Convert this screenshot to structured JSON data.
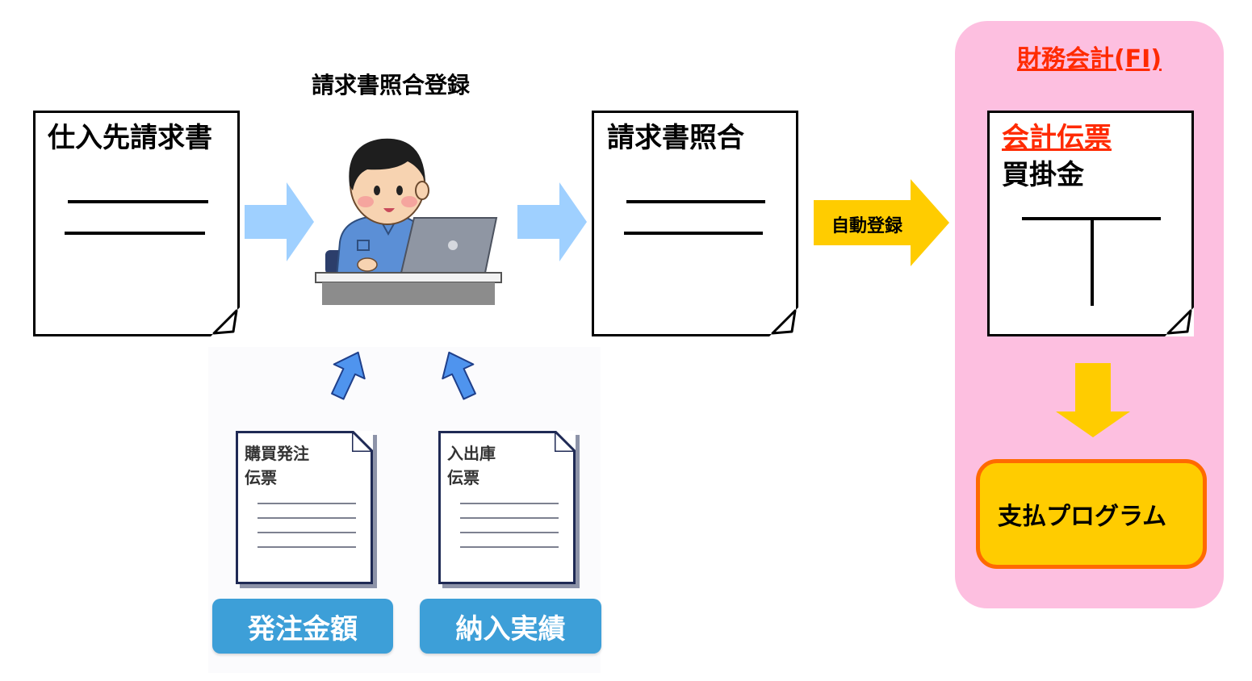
{
  "labels": {
    "matching_registration": "請求書照合登録",
    "auto_registration": "自動登録"
  },
  "documents": {
    "vendor_invoice": "仕入先請求書",
    "invoice_matching": "請求書照合",
    "accounting_doc_title": "会計伝票",
    "accounting_doc_account": "買掛金"
  },
  "fi_panel": {
    "title": "財務会計(FI)",
    "payment_program": "支払プログラム"
  },
  "slips": [
    {
      "line1": "購買発注",
      "line2": "伝票",
      "label": "発注金額"
    },
    {
      "line1": "入出庫",
      "line2": "伝票",
      "label": "納入実績"
    }
  ],
  "colors": {
    "light_blue_arrow": "#9fd0ff",
    "yellow_arrow": "#ffcc00",
    "fi_panel": "#fdbfe0",
    "fi_red": "#ff2a00",
    "pay_border": "#ff6a00",
    "pill_blue": "#3d9fd8",
    "person_shirt": "#5b8fd6",
    "laptop": "#8f96a3"
  },
  "icons": [
    "arrow-right-icon",
    "arrow-down-icon",
    "arrow-up-icon",
    "person-laptop-illustration",
    "folded-corner-icon"
  ]
}
